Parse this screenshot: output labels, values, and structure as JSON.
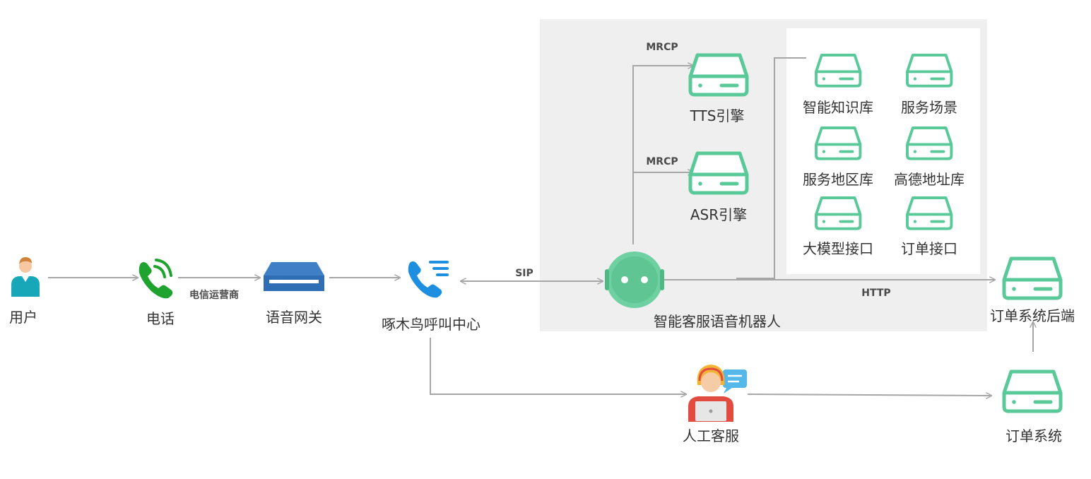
{
  "colors": {
    "accent_green": "#5ac99a",
    "phone_green": "#1fa32f",
    "phone_blue": "#1e8fe0",
    "gateway_blue": "#3f7fc6",
    "line_gray": "#a6a6a6",
    "panel_gray": "#efefef",
    "robot_green": "#6fd0a2"
  },
  "icons": {
    "user": "user-icon",
    "phone": "phone-icon",
    "gateway": "gateway-icon",
    "call_center": "call-center-icon",
    "robot": "robot-icon",
    "agent": "agent-icon",
    "server": "server-icon"
  },
  "nodes": {
    "user": "用户",
    "phone": "电话",
    "gateway": "语音网关",
    "call_center": "啄木鸟呼叫中心",
    "robot": "智能客服语音机器人",
    "human_agent": "人工客服",
    "tts": "TTS引擎",
    "asr": "ASR引擎",
    "order_backend": "订单系统后端",
    "order_system": "订单系统"
  },
  "edge_labels": {
    "carrier": "电信运营商",
    "sip": "SIP",
    "mrcp_tts": "MRCP",
    "mrcp_asr": "MRCP",
    "http": "HTTP"
  },
  "resources": [
    "智能知识库",
    "服务场景",
    "服务地区库",
    "高德地址库",
    "大模型接口",
    "订单接口"
  ]
}
